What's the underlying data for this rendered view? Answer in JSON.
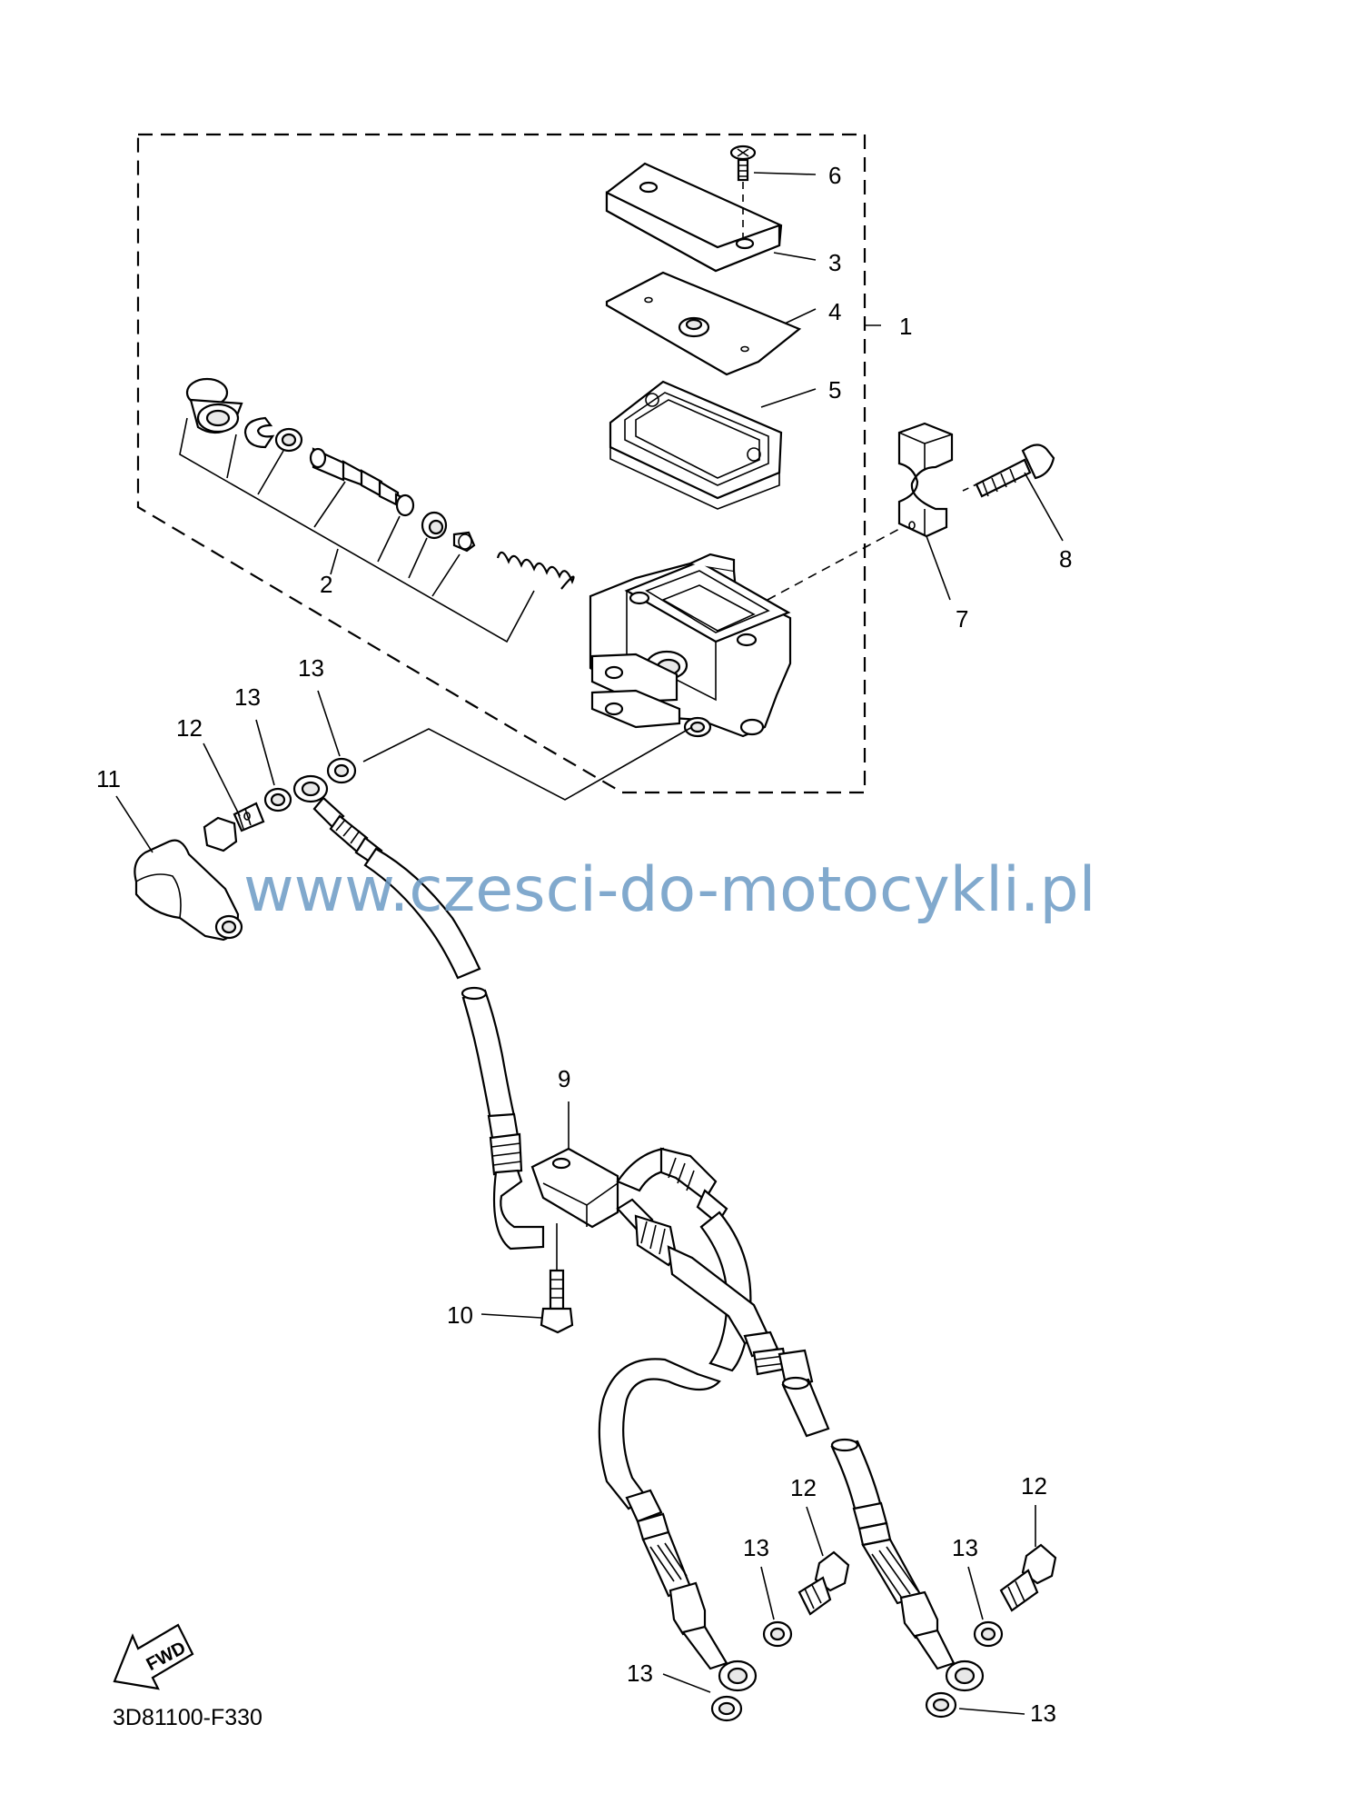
{
  "diagram": {
    "drawing_code": "3D81100-F330",
    "watermark": "www.czesci-do-motocykli.pl",
    "fwd_label": "FWD",
    "callouts": {
      "c1": "1",
      "c2": "2",
      "c3": "3",
      "c4": "4",
      "c5": "5",
      "c6": "6",
      "c7": "7",
      "c8": "8",
      "c9": "9",
      "c10": "10",
      "c11": "11",
      "c12a": "12",
      "c12b": "12",
      "c12c": "12",
      "c13a": "13",
      "c13b": "13",
      "c13c": "13",
      "c13d": "13",
      "c13e": "13",
      "c13f": "13"
    }
  }
}
